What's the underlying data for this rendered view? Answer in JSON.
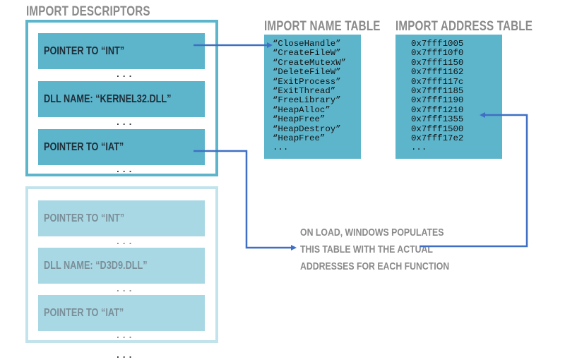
{
  "descriptors_title": "IMPORT DESCRIPTORS",
  "descriptor_active": {
    "int": "POINTER TO “INT”",
    "dll": "DLL NAME: “KERNEL32.DLL”",
    "iat": "POINTER TO “IAT”"
  },
  "descriptor_faded": {
    "int": "POINTER TO “INT”",
    "dll": "DLL NAME: “D3D9.DLL”",
    "iat": "POINTER TO “IAT”"
  },
  "ellipsis": "...",
  "int_title": "IMPORT NAME TABLE",
  "int_entries": [
    "“CloseHandle”",
    "“CreateFileW”",
    "“CreateMutexW”",
    "“DeleteFileW”",
    "“ExitProcess”",
    "“ExitThread”",
    "“FreeLibrary”",
    "“HeapAlloc”",
    "“HeapFree”",
    "“HeapDestroy”",
    "“HeapFree”",
    "..."
  ],
  "iat_title": "IMPORT ADDRESS TABLE",
  "iat_entries": [
    "0x7fff1005",
    "0x7fff10f0",
    "0x7fff1150",
    "0x7fff1162",
    "0x7fff117c",
    "0x7fff1185",
    "0x7fff1190",
    "0x7fff1210",
    "0x7fff1355",
    "0x7fff1500",
    "0x7fff17e2",
    "..."
  ],
  "note_lines": [
    "ON LOAD, WINDOWS POPULATES",
    "THIS TABLE WITH THE ACTUAL",
    "ADDRESSES FOR EACH FUNCTION"
  ],
  "colors": {
    "box_active": "#5db5cc",
    "box_faded": "#a9d8e5",
    "frame_faded": "#c3e3ec",
    "arrow": "#3f6fc4",
    "title_gray": "#8a8a8a"
  }
}
